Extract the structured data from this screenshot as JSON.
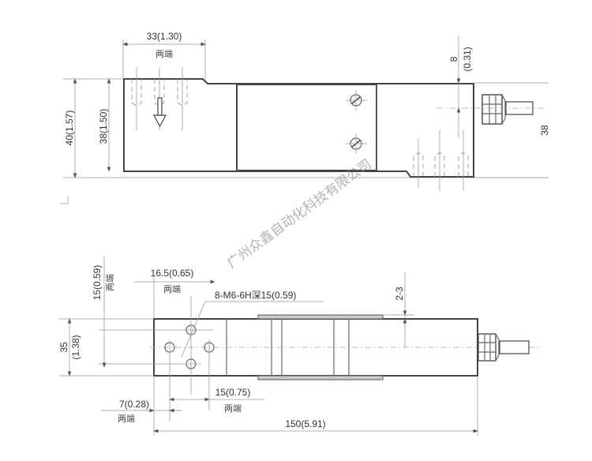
{
  "top_view": {
    "dim_width_top": "33(1.30)",
    "dim_width_top_note": "两端",
    "dim_height_outer": "40(1.57)",
    "dim_height_inner": "38(1.50)",
    "dim_cable_offset": "8",
    "dim_cable_offset_in": "(0.31)",
    "dim_right_height": "38"
  },
  "bottom_view": {
    "dim_hole_x": "16.5(0.65)",
    "dim_hole_x_note": "两端",
    "dim_hole_y": "15(0.59)",
    "dim_hole_y_note": "两端",
    "thread_spec": "8-M6-6H深15(0.59)",
    "dim_gap": "2-3",
    "dim_width": "35",
    "dim_width_in": "(1.38)",
    "dim_hole_pitch": "15(0.75)",
    "dim_hole_pitch_note": "两端",
    "dim_edge": "7(0.28)",
    "dim_edge_note": "两端",
    "dim_length": "150(5.91)"
  },
  "watermark": "广州众鑫自动化科技有限公司",
  "colors": {
    "line": "#444444",
    "dim_line": "#999999",
    "text": "#333333"
  }
}
